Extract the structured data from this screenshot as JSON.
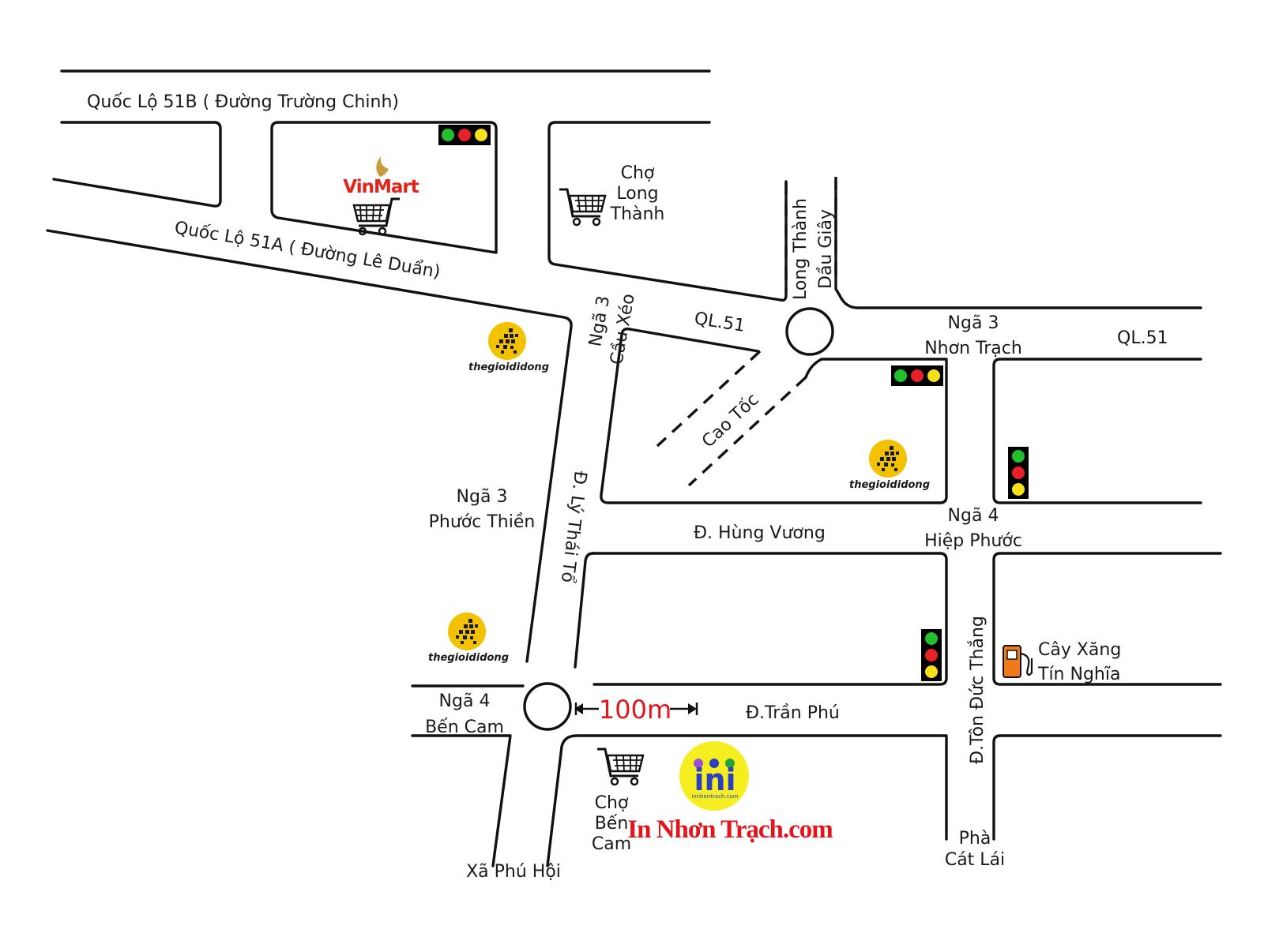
{
  "streets": {
    "ql51b": "Quốc Lộ 51B ( Đường Trường Chinh)",
    "ql51a": "Quốc Lộ 51A ( Đường Lê Duẩn)",
    "ql51_left": "QL.51",
    "ql51_right": "QL.51",
    "cao_toc": "Cao Tốc",
    "long_thanh": "Long Thành",
    "dau_giay": "Dầu Giây",
    "ly_thai_to": "Đ. Lý Thái Tổ",
    "hung_vuong": "Đ. Hùng Vương",
    "tran_phu": "Đ.Trần Phú",
    "ton_duc_thang": "Đ.Tôn Đức Thắng"
  },
  "junctions": {
    "cau_xeo": [
      "Ngã 3",
      "Cầu Xéo"
    ],
    "nhon_trach": [
      "Ngã 3",
      "Nhơn Trạch"
    ],
    "phuoc_thien": [
      "Ngã 3",
      "Phước Thiền"
    ],
    "hiep_phuoc": [
      "Ngã 4",
      "Hiệp Phước"
    ],
    "ben_cam": [
      "Ngã 4",
      "Bến Cam"
    ]
  },
  "places": {
    "cho_long_thanh": [
      "Chợ",
      "Long",
      "Thành"
    ],
    "cho_ben_cam": [
      "Chợ",
      "Bến",
      "Cam"
    ],
    "xa_phu_hoi": "Xã Phú Hội",
    "pha_cat_lai": [
      "Phà",
      "Cát Lái"
    ],
    "cay_xang": [
      "Cây Xăng",
      "Tín Nghĩa"
    ]
  },
  "logos": {
    "vinmart": "VinMart",
    "tgdd": "thegioididong",
    "ini_mark": "ini",
    "ini_domain": "innhontrach.com",
    "brand": "In Nhơn Trạch.com"
  },
  "distance": "100m",
  "colors": {
    "road": "#111111",
    "vinmart_red": "#e2231a",
    "tgdd_yellow": "#f2c200",
    "signal_green": "#22c02a",
    "signal_red": "#e8202a",
    "signal_yellow": "#f6e01a",
    "brand_red": "#e3141b",
    "fuel_orange": "#f07a1a",
    "ini_yellow": "#f5ee21",
    "ini_blue": "#2b3fc4"
  },
  "icons": [
    "traffic-light-icon",
    "shopping-cart-icon",
    "fuel-pump-icon",
    "running-man-icon",
    "ini-logo-icon"
  ]
}
